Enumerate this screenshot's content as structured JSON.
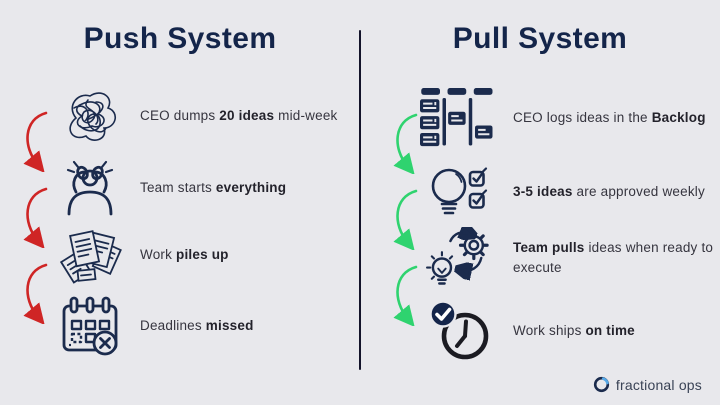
{
  "left": {
    "title": "Push System",
    "arrow_color": "#cf2525",
    "items": [
      {
        "icon": "tangled-scribble-icon",
        "pre": "CEO dumps ",
        "bold": "20 ideas",
        "post": " mid-week"
      },
      {
        "icon": "stressed-person-icon",
        "pre": "Team starts ",
        "bold": "everything",
        "post": ""
      },
      {
        "icon": "paper-pile-icon",
        "pre": "Work ",
        "bold": "piles up",
        "post": ""
      },
      {
        "icon": "calendar-missed-icon",
        "pre": "Deadlines ",
        "bold": "missed",
        "post": ""
      }
    ]
  },
  "right": {
    "title": "Pull System",
    "arrow_color": "#2fd36f",
    "items": [
      {
        "icon": "kanban-board-icon",
        "pre": "CEO logs ideas in the ",
        "bold": "Backlog",
        "post": ""
      },
      {
        "icon": "idea-checklist-icon",
        "pre": "",
        "bold": "3-5 ideas",
        "post": " are approved weekly"
      },
      {
        "icon": "idea-gear-cycle-icon",
        "pre": "",
        "bold": "Team pulls",
        "post": " ideas when ready to execute"
      },
      {
        "icon": "clock-check-icon",
        "pre": "Work ships ",
        "bold": "on time",
        "post": ""
      }
    ]
  },
  "footer": {
    "brand": "fractional ops"
  },
  "colors": {
    "background": "#e8e8ec",
    "navy": "#1b2b4d",
    "heading": "#14254a",
    "body_text": "#36353f",
    "push_arrow": "#cf2525",
    "pull_arrow": "#2fd36f",
    "divider": "#13132a",
    "clock_black": "#1b1b22",
    "logo_accent": "#56a9e8"
  }
}
